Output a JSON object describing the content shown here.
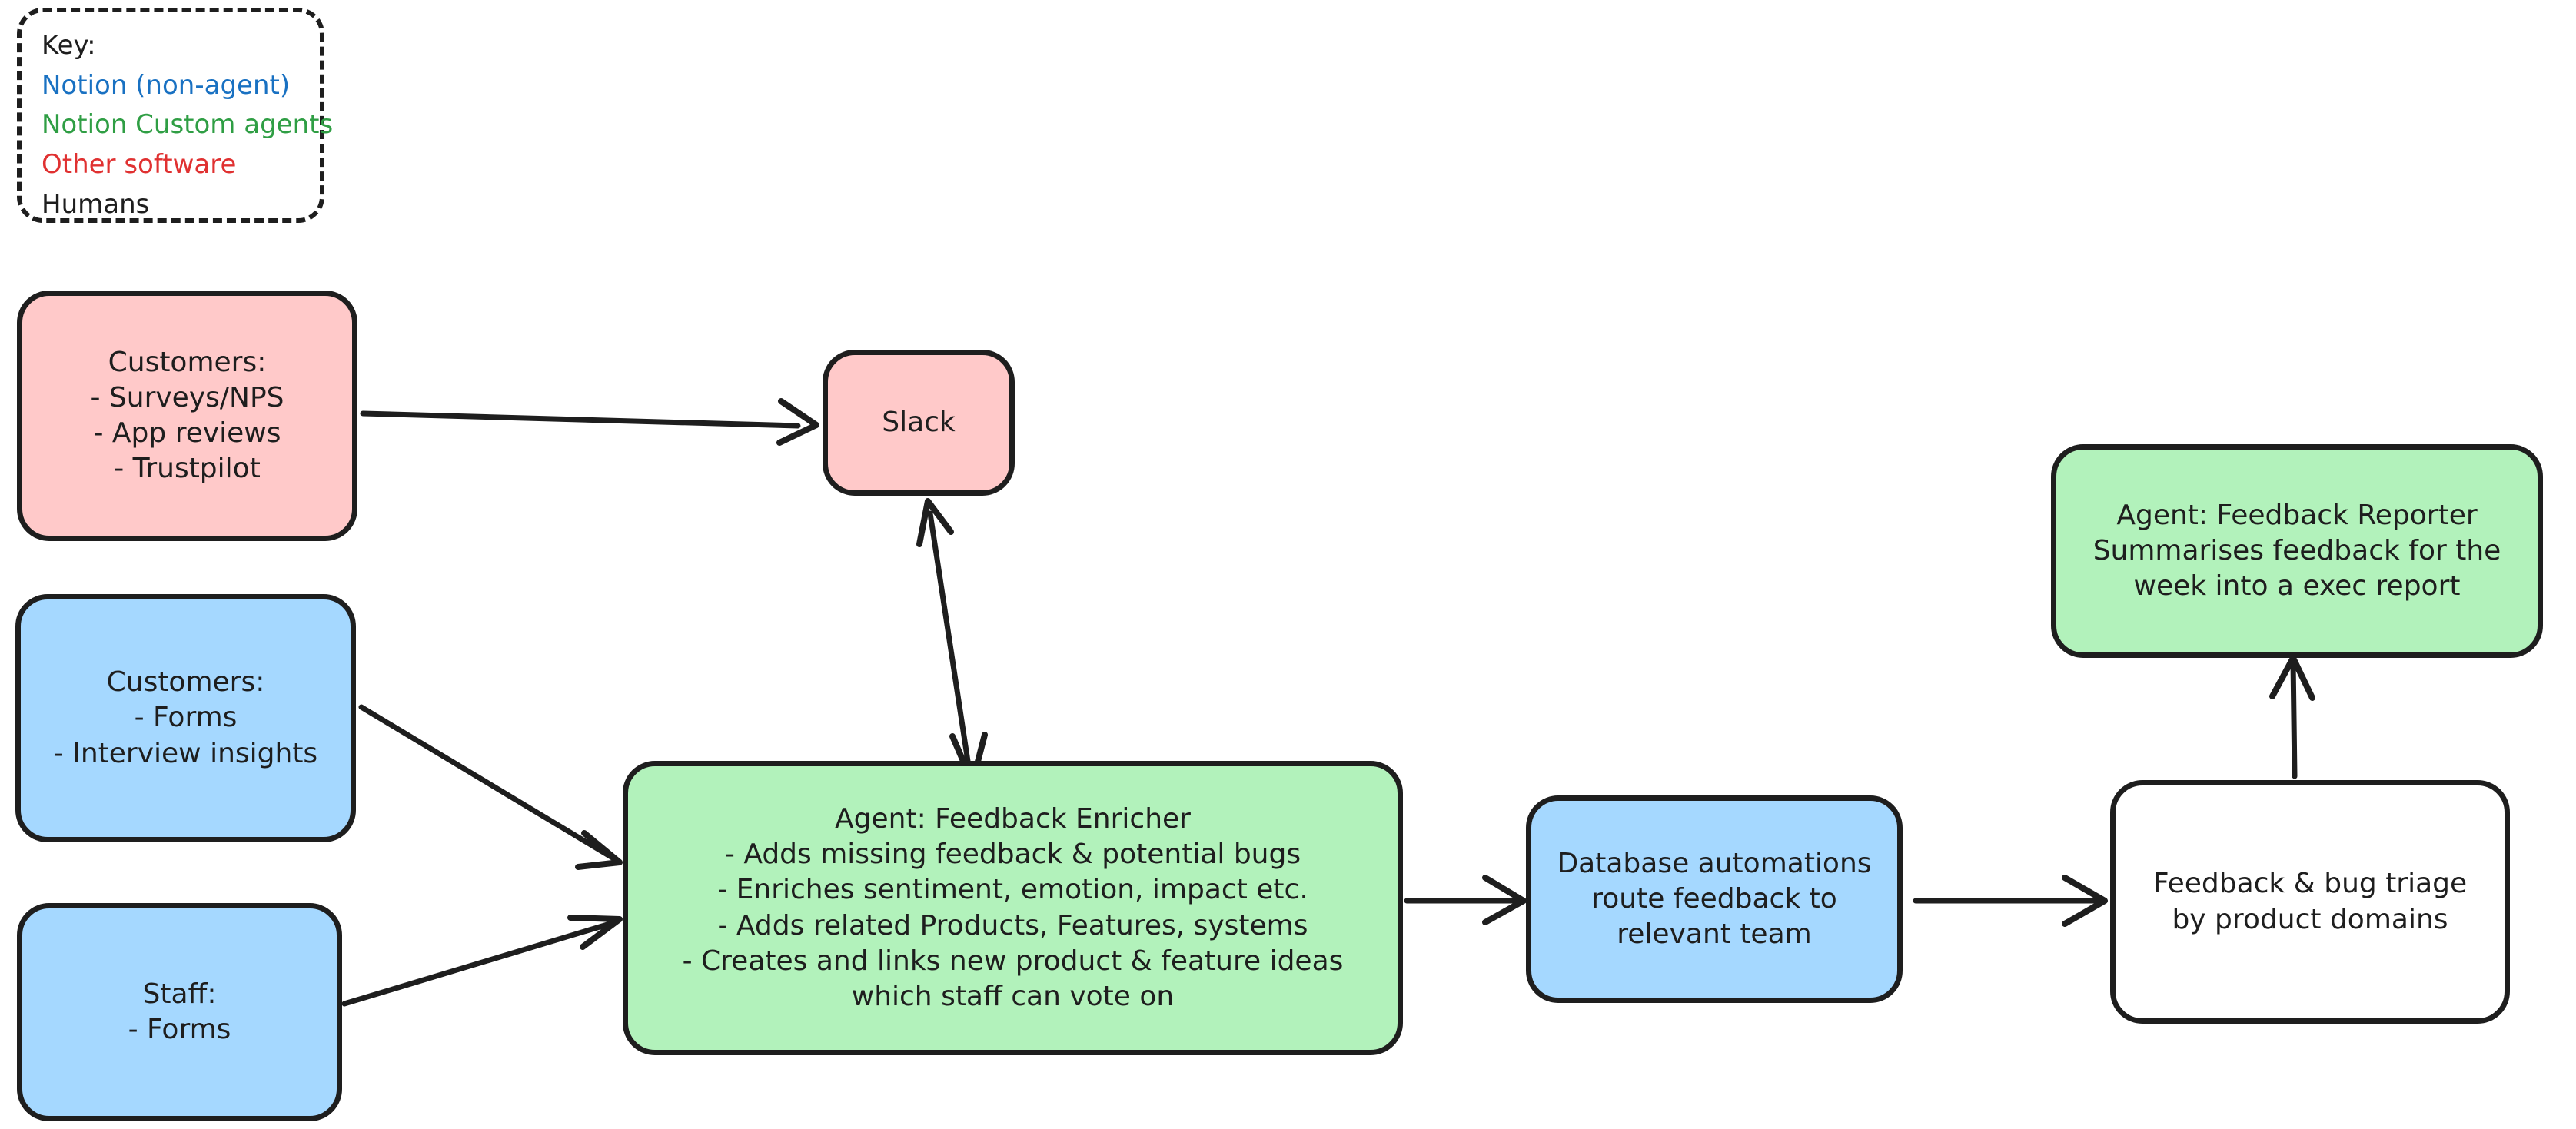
{
  "diagram": {
    "title": "Feedback pipeline flowchart",
    "colors": {
      "pink": "#ffc9c9",
      "blue": "#a5d8ff",
      "green": "#b2f2bb",
      "white": "#ffffff",
      "stroke": "#1e1e1e",
      "legend_blue_text": "#1971c2",
      "legend_green_text": "#2f9e44",
      "legend_red_text": "#e03131",
      "legend_black_text": "#1e1e1e"
    }
  },
  "legend": {
    "title": "Key:",
    "items": [
      {
        "label": "Notion (non-agent)",
        "color": "#1971c2"
      },
      {
        "label": "Notion Custom agents",
        "color": "#2f9e44"
      },
      {
        "label": "Other software",
        "color": "#e03131"
      },
      {
        "label": "Humans",
        "color": "#1e1e1e"
      }
    ]
  },
  "nodes": {
    "customers_surveys": {
      "text": "Customers:\n- Surveys/NPS\n- App reviews\n- Trustpilot",
      "fill": "#ffc9c9",
      "category": "Other software"
    },
    "slack": {
      "text": "Slack",
      "fill": "#ffc9c9",
      "category": "Other software"
    },
    "customers_forms": {
      "text": "Customers:\n- Forms\n- Interview insights",
      "fill": "#a5d8ff",
      "category": "Notion (non-agent)"
    },
    "staff_forms": {
      "text": "Staff:\n- Forms",
      "fill": "#a5d8ff",
      "category": "Notion (non-agent)"
    },
    "feedback_enricher": {
      "text": "Agent: Feedback Enricher\n- Adds missing feedback & potential bugs\n- Enriches sentiment, emotion, impact etc.\n- Adds related Products, Features, systems\n- Creates and links new product & feature ideas\nwhich staff can vote on",
      "fill": "#b2f2bb",
      "category": "Notion Custom agents"
    },
    "database_automations": {
      "text": "Database automations\nroute feedback to\nrelevant team",
      "fill": "#a5d8ff",
      "category": "Notion (non-agent)"
    },
    "triage": {
      "text": "Feedback & bug triage\nby product domains",
      "fill": "#ffffff",
      "category": "Humans"
    },
    "feedback_reporter": {
      "text": "Agent: Feedback Reporter\nSummarises feedback for the\nweek into a exec report",
      "fill": "#b2f2bb",
      "category": "Notion Custom agents"
    }
  },
  "edges": [
    {
      "from": "customers_surveys",
      "to": "slack",
      "arrow": "single"
    },
    {
      "from": "slack",
      "to": "feedback_enricher",
      "arrow": "double"
    },
    {
      "from": "customers_forms",
      "to": "feedback_enricher",
      "arrow": "single"
    },
    {
      "from": "staff_forms",
      "to": "feedback_enricher",
      "arrow": "single"
    },
    {
      "from": "feedback_enricher",
      "to": "database_automations",
      "arrow": "single"
    },
    {
      "from": "database_automations",
      "to": "triage",
      "arrow": "single"
    },
    {
      "from": "triage",
      "to": "feedback_reporter",
      "arrow": "single"
    }
  ]
}
